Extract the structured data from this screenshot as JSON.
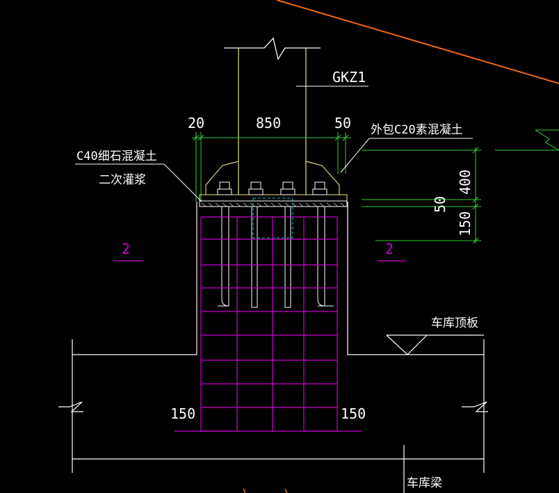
{
  "drawing": {
    "column_label": "GKZ1",
    "dim_left": "20",
    "dim_middle": "850",
    "dim_right": "50",
    "dim_400": "400",
    "dim_50": "50",
    "dim_150_right": "150",
    "dim_150_bottom_left": "150",
    "dim_150_bottom_right": "150",
    "note_c40_line1": "C40细石混凝土",
    "note_c40_line2": "二次灌浆",
    "note_c20": "外包C20素混凝土",
    "section_mark_left": "2",
    "section_mark_right": "2",
    "garage_roof_slab": "车库顶板",
    "garage_beam": "车库梁"
  },
  "colors": {
    "background": "#000000",
    "outline": "#ffffff",
    "column": "#d6d08a",
    "rebar": "#d000d0",
    "dimension": "#2fd22f",
    "section_mark": "#d000d0",
    "roof_line": "#f06a10",
    "dashed_box": "#00bcd4",
    "bolt": "#ffffff",
    "grout": "#f3e38c"
  }
}
